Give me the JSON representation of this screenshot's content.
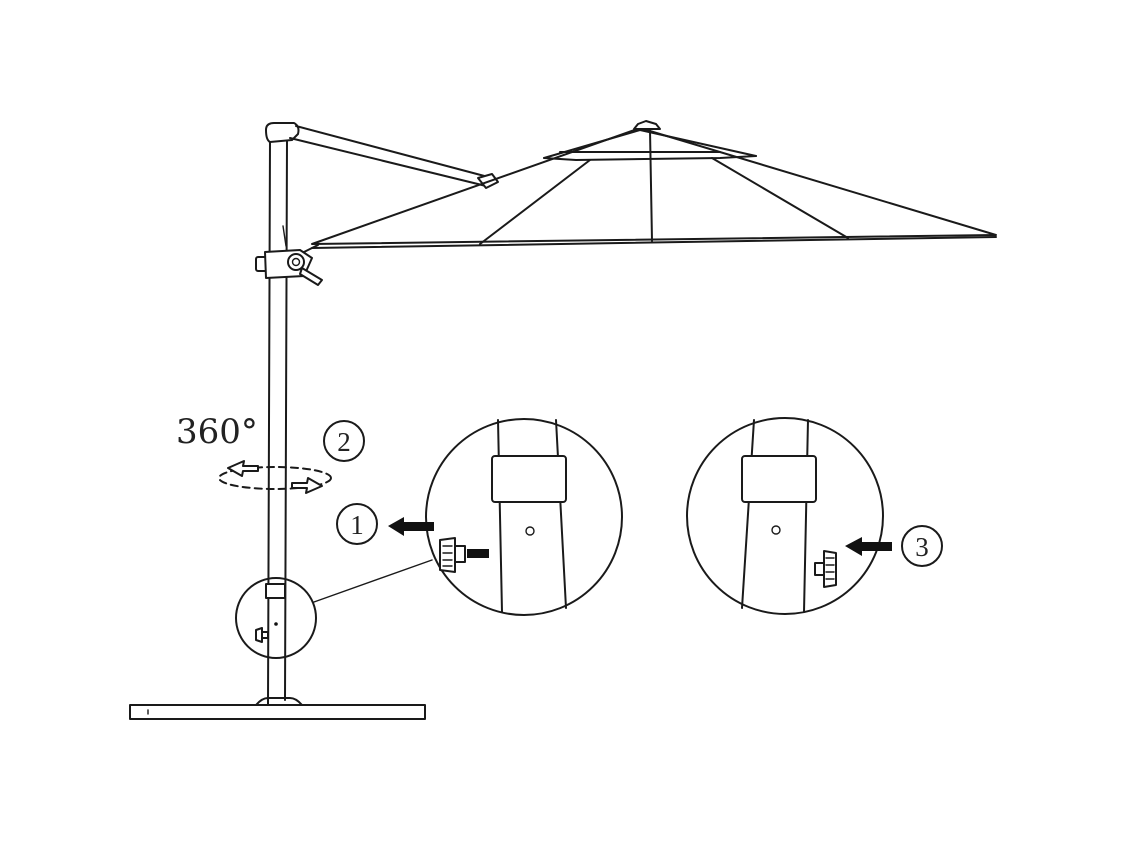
{
  "rotation_label": "360°",
  "steps": [
    {
      "number": "1"
    },
    {
      "number": "2"
    },
    {
      "number": "3"
    }
  ]
}
